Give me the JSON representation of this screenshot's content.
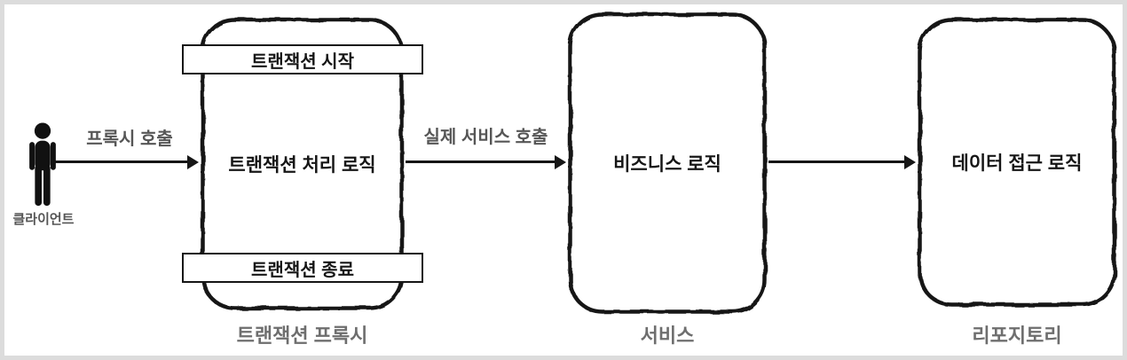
{
  "diagram": {
    "client_label": "클라이언트",
    "arrows": [
      {
        "label": "프록시 호출"
      },
      {
        "label": "실제 서비스 호출"
      },
      {
        "label": ""
      }
    ],
    "nodes": [
      {
        "title": "트랜잭션 처리 로직",
        "banner_top": "트랜잭션 시작",
        "banner_bottom": "트랜잭션 종료",
        "caption": "트랜잭션 프록시"
      },
      {
        "title": "비즈니스 로직",
        "caption": "서비스"
      },
      {
        "title": "데이터 접근 로직",
        "caption": "리포지토리"
      }
    ],
    "colors": {
      "ink": "#161616",
      "arrow_label_gray": "#565656",
      "caption_gray": "#6e6e6e",
      "frame_border": "#dcdcdc",
      "background": "#ffffff"
    }
  }
}
